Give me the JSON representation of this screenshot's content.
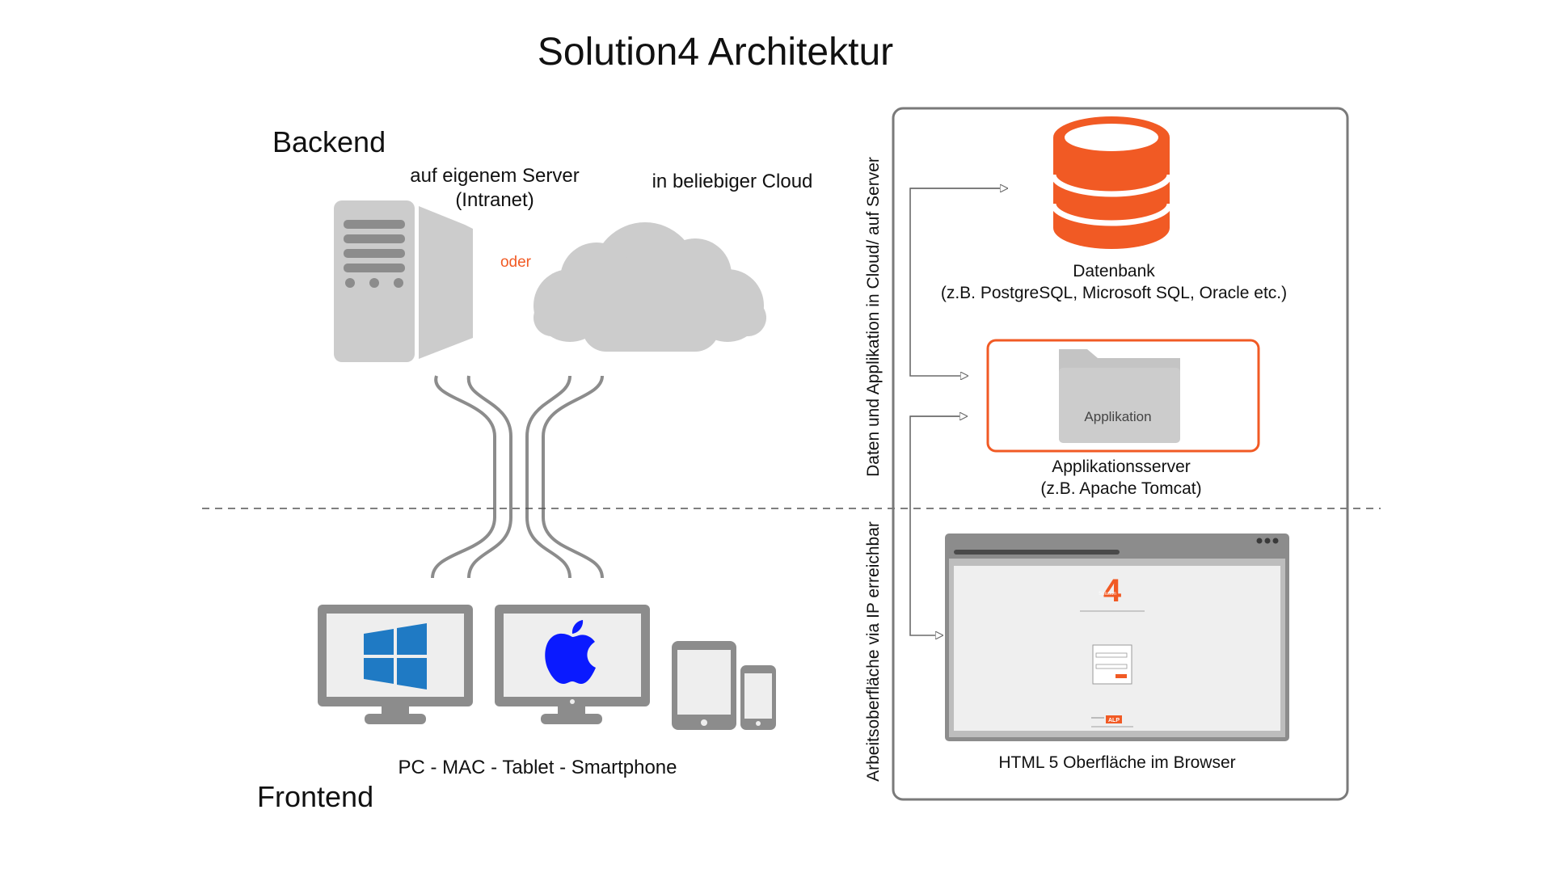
{
  "title": "Solution4 Architektur",
  "backend": {
    "heading": "Backend",
    "server_label_line1": "auf eigenem Server",
    "server_label_line2": "(Intranet)",
    "or_label": "oder",
    "cloud_label": "in beliebiger Cloud"
  },
  "frontend": {
    "heading": "Frontend",
    "devices_label": "PC - MAC - Tablet - Smartphone"
  },
  "server_panel": {
    "vertical_label_top": "Daten und Applikation in Cloud/ auf Server",
    "vertical_label_bottom": "Arbeitsoberfläche via IP erreichbar",
    "database_line1": "Datenbank",
    "database_line2": "(z.B. PostgreSQL, Microsoft SQL, Oracle etc.)",
    "folder_label": "Applikation",
    "appserver_line1": "Applikationsserver",
    "appserver_line2": "(z.B. Apache Tomcat)",
    "browser_label": "HTML 5 Oberfläche im Browser",
    "logo_text": "Solution",
    "logo_number": "4",
    "alp_text": "ALP"
  },
  "colors": {
    "accent": "#F15A24",
    "grey_device": "#8C8C8C",
    "grey_light": "#CCCCCC",
    "windows_blue": "#1F7AC4",
    "apple_blue": "#0A1AFF",
    "panel_border": "#7A7A7A"
  }
}
